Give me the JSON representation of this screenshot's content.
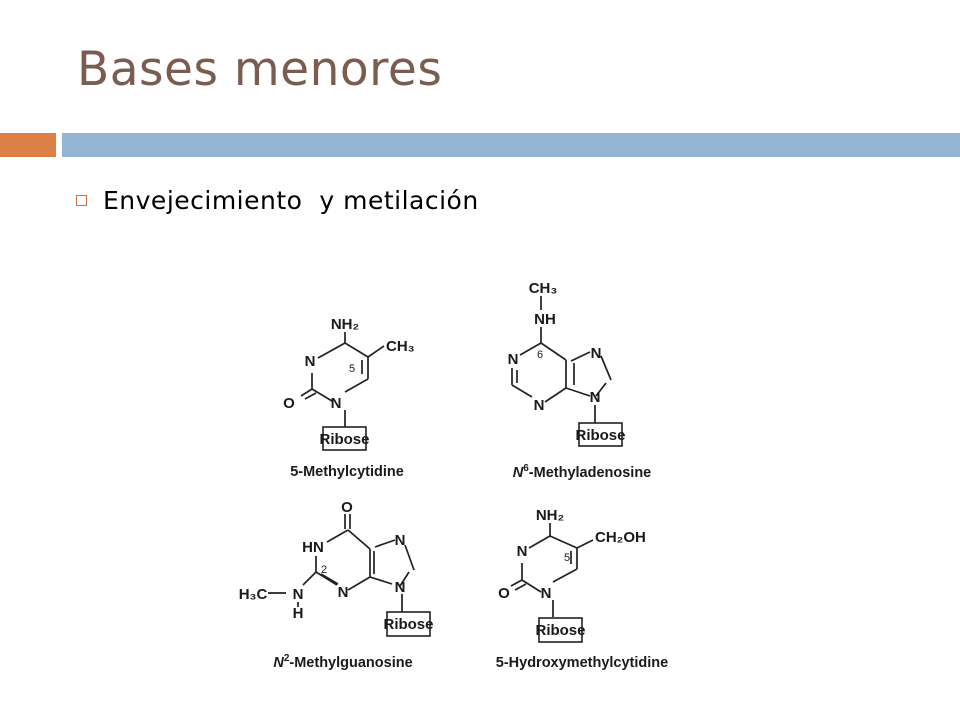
{
  "slide": {
    "title": "Bases menores",
    "bullet": "Envejecimiento  y metilación",
    "colors": {
      "title": "#7a5c50",
      "accent_bar": "#dd8047",
      "title_bar": "#94b6d2",
      "bullet_box": "#c8733f"
    }
  },
  "structures": {
    "methylcytidine": {
      "caption": "5-Methylcytidine",
      "atoms": {
        "nh2": "NH₂",
        "ch3": "CH₃",
        "n3": "N",
        "n1": "N",
        "o": "O",
        "pos5": "5"
      },
      "ribose": "Ribose"
    },
    "methyladenosine": {
      "caption_italic": "N",
      "caption_sup": "6",
      "caption_rest": "-Methyladenosine",
      "atoms": {
        "ch3": "CH₃",
        "nh": "NH",
        "n1": "N",
        "n3": "N",
        "n7": "N",
        "n9": "N",
        "pos6": "6"
      },
      "ribose": "Ribose"
    },
    "methylguanosine": {
      "caption_italic": "N",
      "caption_sup": "2",
      "caption_rest": "-Methylguanosine",
      "atoms": {
        "o": "O",
        "hn": "HN",
        "n7": "N",
        "n9": "N",
        "n3": "N",
        "pos2": "2",
        "h3c": "H₃C",
        "n_sub": "N",
        "h_sub": "H"
      },
      "ribose": "Ribose"
    },
    "hydroxymethylcytidine": {
      "caption": "5-Hydroxymethylcytidine",
      "atoms": {
        "nh2": "NH₂",
        "ch2oh": "CH₂OH",
        "n3": "N",
        "n1": "N",
        "o": "O",
        "pos5": "5"
      },
      "ribose": "Ribose"
    }
  }
}
